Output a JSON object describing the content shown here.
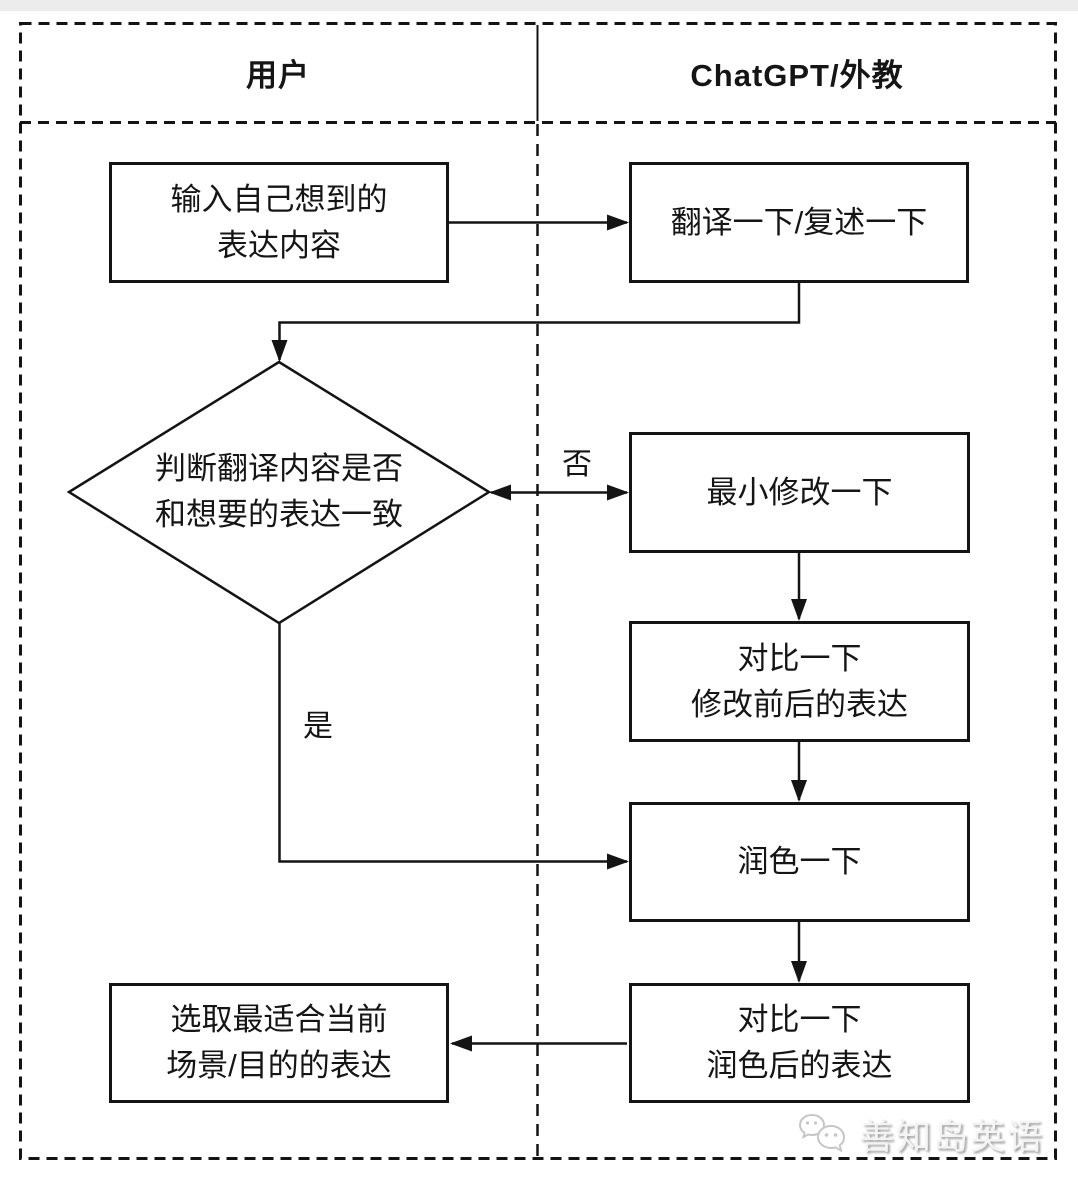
{
  "diagram": {
    "type": "swimlane-flowchart",
    "lanes": [
      {
        "id": "user",
        "title": "用户"
      },
      {
        "id": "chatgpt",
        "title": "ChatGPT/外教"
      }
    ],
    "nodes": {
      "input": {
        "shape": "rect",
        "lane": "user",
        "lines": [
          "输入自己想到的",
          "表达内容"
        ]
      },
      "translate": {
        "shape": "rect",
        "lane": "chatgpt",
        "lines": [
          "翻译一下/复述一下"
        ]
      },
      "decision": {
        "shape": "diamond",
        "lane": "user",
        "lines": [
          "判断翻译内容是否",
          "和想要的表达一致"
        ]
      },
      "min_edit": {
        "shape": "rect",
        "lane": "chatgpt",
        "lines": [
          "最小修改一下"
        ]
      },
      "compare_edit": {
        "shape": "rect",
        "lane": "chatgpt",
        "lines": [
          "对比一下",
          "修改前后的表达"
        ]
      },
      "polish": {
        "shape": "rect",
        "lane": "chatgpt",
        "lines": [
          "润色一下"
        ]
      },
      "compare_polish": {
        "shape": "rect",
        "lane": "chatgpt",
        "lines": [
          "对比一下",
          "润色后的表达"
        ]
      },
      "select": {
        "shape": "rect",
        "lane": "user",
        "lines": [
          "选取最适合当前",
          "场景/目的的表达"
        ]
      }
    },
    "edges": [
      {
        "from": "input",
        "to": "translate"
      },
      {
        "from": "translate",
        "to": "decision"
      },
      {
        "from": "decision",
        "to": "min_edit",
        "label": "否",
        "bidirectional": true
      },
      {
        "from": "min_edit",
        "to": "compare_edit"
      },
      {
        "from": "compare_edit",
        "to": "polish"
      },
      {
        "from": "decision",
        "to": "polish",
        "label": "是"
      },
      {
        "from": "polish",
        "to": "compare_polish"
      },
      {
        "from": "compare_polish",
        "to": "select"
      }
    ],
    "edge_labels": {
      "no": "否",
      "yes": "是"
    },
    "watermark": {
      "text": "善知岛英语",
      "icon": "wechat-chat-bubbles-icon"
    },
    "colors": {
      "line": "#141414",
      "node_fill": "#ffffff",
      "background": "#ffffff",
      "watermark_gray": "#9f9f9f"
    }
  }
}
